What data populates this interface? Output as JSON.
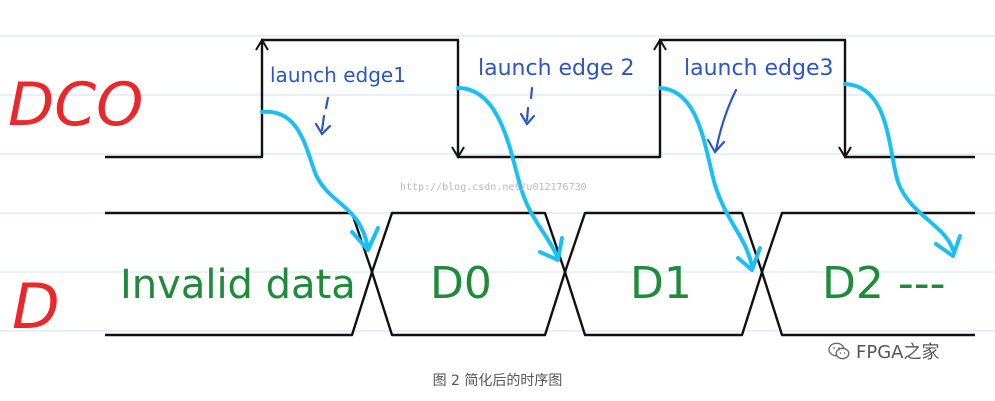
{
  "signals": {
    "clock_label": "DCO",
    "data_label": "D"
  },
  "clock_annotations": [
    "launch edge1",
    "launch edge 2",
    "launch edge3"
  ],
  "data_segments": [
    "Invalid data",
    "D0",
    "D1",
    "D2 ---"
  ],
  "watermark_url": "http://blog.csdn.net/u012176730",
  "caption": "图 2 简化后的时序图",
  "brand": "FPGA之家",
  "colors": {
    "label_red": "#e8282b",
    "ink_black": "#111111",
    "annotation_blue": "#2d56c4",
    "arrow_cyan": "#1cc0f0",
    "data_green": "#1f8a3a",
    "ruled_line": "#cfe0f0"
  }
}
